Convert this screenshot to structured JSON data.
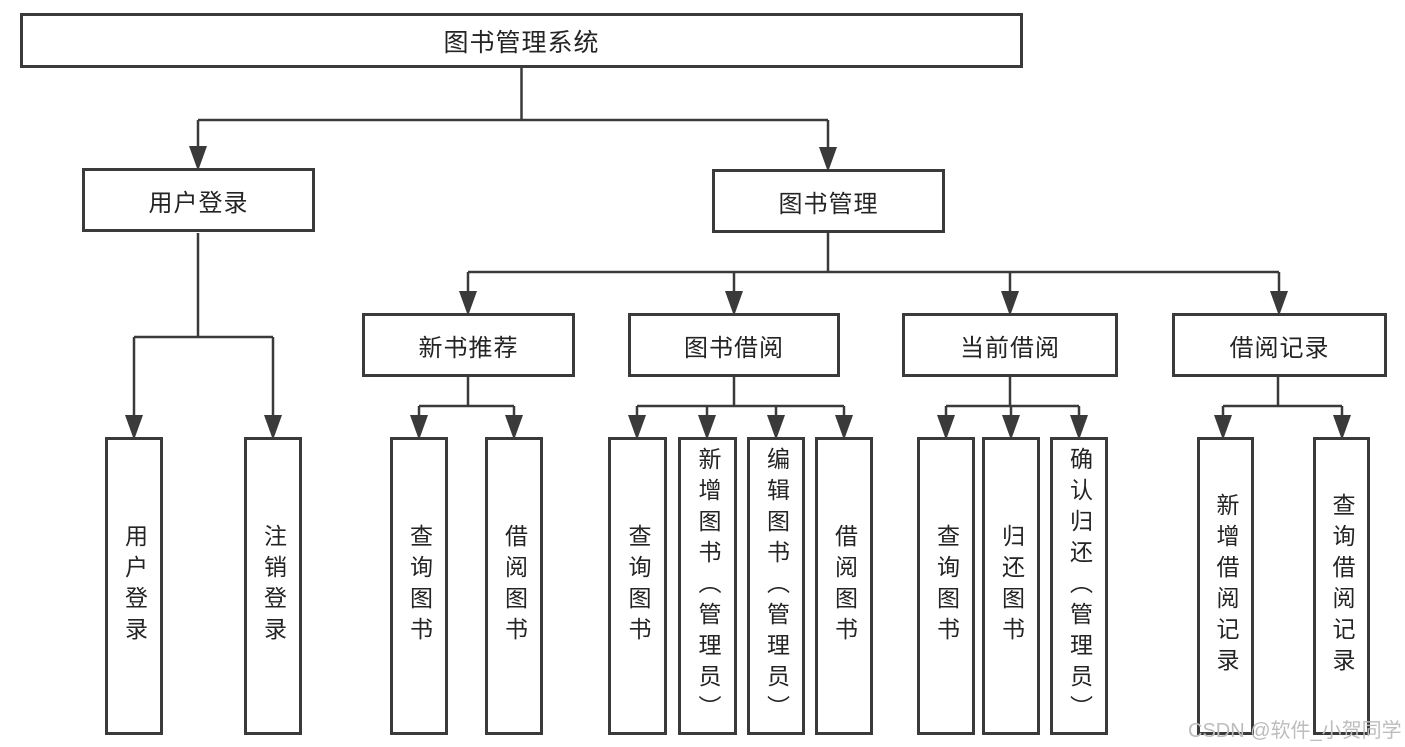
{
  "watermark": "CSDN @软件_小贺同学",
  "colors": {
    "line": "#3a3a3a",
    "text": "#242424",
    "background": "#ffffff",
    "watermark": "#bdbdbd"
  },
  "tree": {
    "label": "图书管理系统",
    "children": [
      {
        "label": "用户登录",
        "children": [
          {
            "label": "用户登录"
          },
          {
            "label": "注销登录"
          }
        ]
      },
      {
        "label": "图书管理",
        "children": [
          {
            "label": "新书推荐",
            "children": [
              {
                "label": "查询图书"
              },
              {
                "label": "借阅图书"
              }
            ]
          },
          {
            "label": "图书借阅",
            "children": [
              {
                "label": "查询图书"
              },
              {
                "label": "新增图书（管理员）"
              },
              {
                "label": "编辑图书（管理员）"
              },
              {
                "label": "借阅图书"
              }
            ]
          },
          {
            "label": "当前借阅",
            "children": [
              {
                "label": "查询图书"
              },
              {
                "label": "归还图书"
              },
              {
                "label": "确认归还（管理员）"
              }
            ]
          },
          {
            "label": "借阅记录",
            "children": [
              {
                "label": "新增借阅记录"
              },
              {
                "label": "查询借阅记录"
              }
            ]
          }
        ]
      }
    ]
  }
}
